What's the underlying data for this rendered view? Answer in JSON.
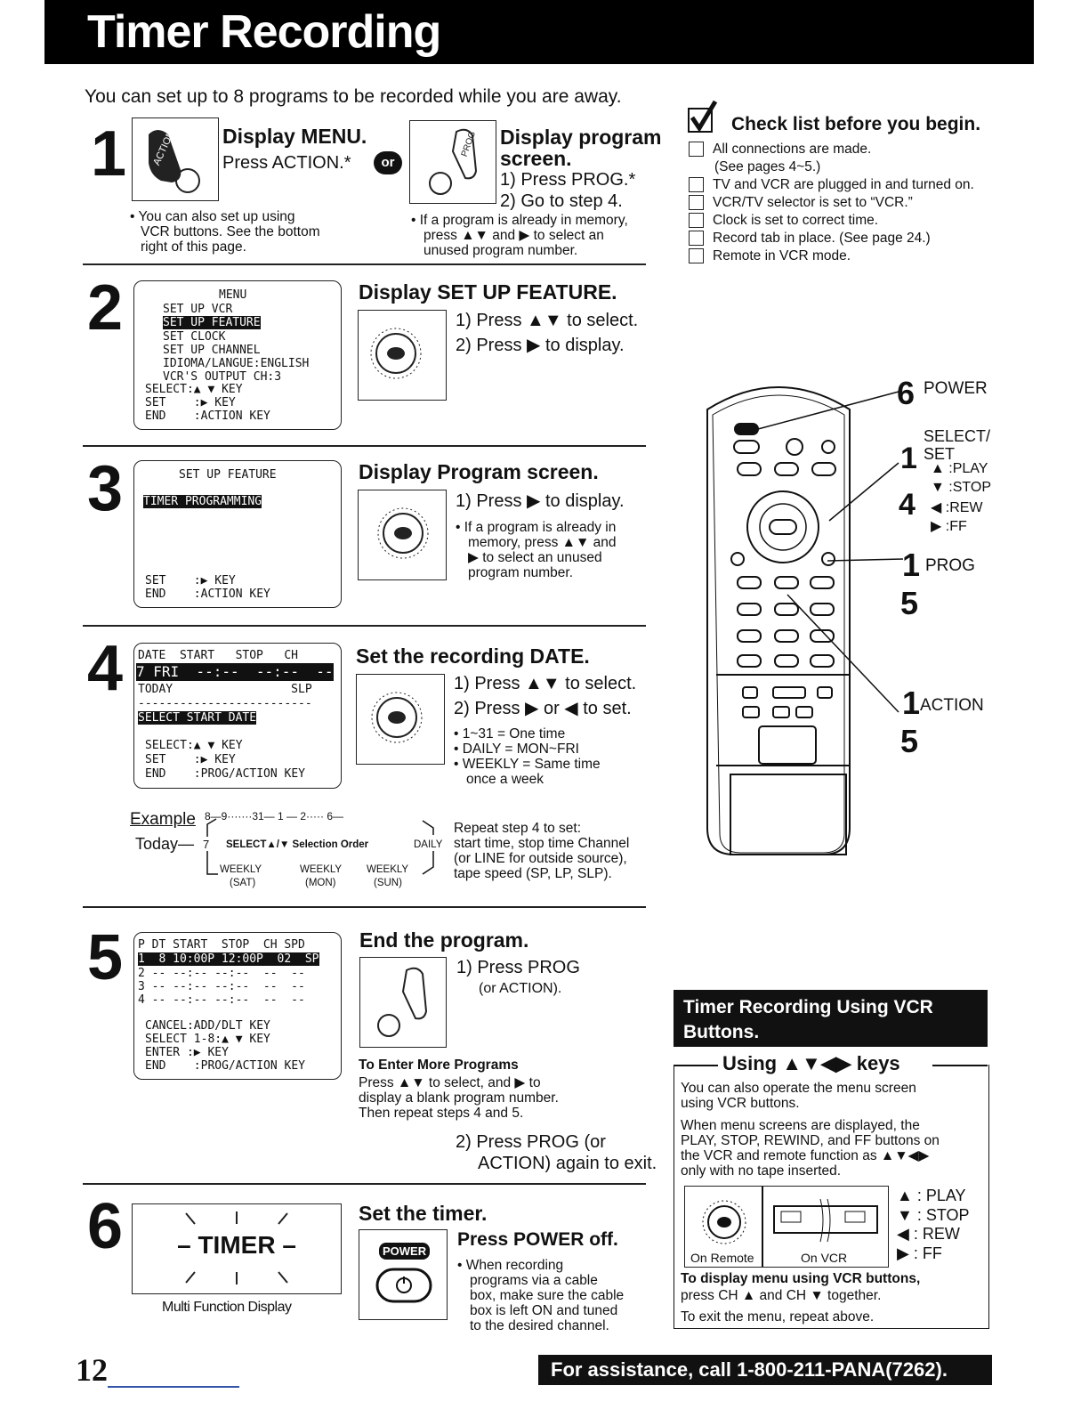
{
  "header": {
    "title": "Timer Recording"
  },
  "intro": "You can set up to 8 programs to be recorded while you are away.",
  "step1": {
    "num": "1",
    "a_title": "Display MENU.",
    "a_text": "Press ACTION.*",
    "or": "or",
    "a_action_label": "ACTION",
    "a_note_lines": [
      "• You can also set up using",
      "VCR buttons. See the bottom",
      "right of this page."
    ],
    "b_title_lines": [
      "Display program",
      "screen."
    ],
    "b_prog_label": "PROG",
    "b_steps": [
      "1) Press PROG.*",
      "2) Go to step 4."
    ],
    "b_note_lines": [
      "• If a program is already in memory,",
      "press ▲▼ and ▶ to select an",
      "unused program number."
    ]
  },
  "checklist": {
    "title": "Check list before you begin.",
    "items": [
      "All connections are made.",
      "(See pages 4~5.)",
      "TV and VCR are plugged in and turned on.",
      "VCR/TV selector is set to “VCR.”",
      "Clock is set to correct time.",
      "Record tab in place. (See page 24.)",
      "Remote in VCR mode."
    ]
  },
  "step2": {
    "num": "2",
    "title": "Display SET UP FEATURE.",
    "steps": [
      "1) Press ▲▼ to select.",
      "2) Press ▶ to display."
    ],
    "screen": {
      "head": "MENU",
      "l1": "SET UP VCR",
      "hl": "SET UP FEATURE",
      "lines": [
        "SET CLOCK",
        "SET UP CHANNEL",
        "IDIOMA/LANGUE:ENGLISH",
        "VCR'S OUTPUT CH:3"
      ],
      "keys": [
        "SELECT:▲ ▼ KEY",
        "SET    :▶ KEY",
        "END    :ACTION KEY"
      ]
    }
  },
  "step3": {
    "num": "3",
    "title": "Display Program screen.",
    "steps": [
      "1) Press ▶ to display."
    ],
    "note_lines": [
      "• If a program is already in",
      "memory, press ▲▼ and",
      "▶ to select an unused",
      "program number."
    ],
    "screen": {
      "head": "SET UP FEATURE",
      "hl": "TIMER PROGRAMMING",
      "keys": [
        "SET    :▶ KEY",
        "END    :ACTION KEY"
      ]
    }
  },
  "step4": {
    "num": "4",
    "title": "Set the recording DATE.",
    "steps": [
      "1) Press ▲▼  to select.",
      "2) Press ▶ or ◀ to set."
    ],
    "notes": [
      "• 1~31 = One time",
      "• DAILY = MON~FRI",
      "• WEEKLY = Same time",
      "once a week"
    ],
    "screen": {
      "head": "DATE  START   STOP   CH",
      "hl": "7 FRI  --:--  --:--  --",
      "l2": "TODAY                 SLP",
      "dash": "-------------------------",
      "hl2": "SELECT START DATE",
      "keys": [
        "SELECT:▲ ▼ KEY",
        "SET    :▶ KEY",
        "END    :PROG/ACTION KEY"
      ]
    },
    "example": {
      "label": "Example",
      "seq": "8—9·······31— 1 — 2····· 6—",
      "today": "Today—",
      "seven": "7",
      "select": "SELECT▲/▼ Selection Order",
      "daily": "DAILY",
      "weekly": [
        "WEEKLY",
        "WEEKLY",
        "WEEKLY"
      ],
      "days": [
        "(SAT)",
        "(MON)",
        "(SUN)"
      ]
    },
    "repeat_lines": [
      "Repeat step 4 to set:",
      "start time, stop time  Channel",
      "(or LINE for outside source),",
      "tape speed (SP, LP, SLP)."
    ]
  },
  "step5": {
    "num": "5",
    "title": "End the program.",
    "step1": "1) Press PROG",
    "step1b": "(or ACTION).",
    "more_title": "To Enter More Programs",
    "more_lines": [
      "Press ▲▼ to select, and ▶ to",
      "display a blank program number.",
      "Then repeat steps 4 and 5."
    ],
    "step2": "2) Press PROG (or",
    "step2b": "ACTION) again to exit.",
    "screen": {
      "head": "P DT START  STOP  CH SPD",
      "hl": "1  8 10:00P 12:00P  02  SP",
      "rows": [
        "2 -- --:-- --:--  --  --",
        "3 -- --:-- --:--  --  --",
        "4 -- --:-- --:--  --  --"
      ],
      "keys": [
        "CANCEL:ADD/DLT KEY",
        "SELECT 1-8:▲ ▼ KEY",
        "ENTER :▶ KEY",
        "END    :PROG/ACTION KEY"
      ]
    }
  },
  "step6": {
    "num": "6",
    "title": "Set the timer.",
    "power_label": "POWER",
    "sub": "Press POWER off.",
    "note_lines": [
      "• When recording",
      "programs via a cable",
      "box, make sure the cable",
      "box is left ON and tuned",
      "to the desired channel."
    ],
    "display": "– TIMER –",
    "caption": "Multi Function Display"
  },
  "remote": {
    "labels": {
      "power": "POWER",
      "select": "SELECT/",
      "set": "SET",
      "play": "▲ :PLAY",
      "stop": "▼ :STOP",
      "rew": "◀ :REW",
      "ff": "▶ :FF",
      "prog": "PROG",
      "action": "ACTION"
    },
    "nums": {
      "n6": "6",
      "n1a": "1",
      "n4": "4",
      "n1b": "1",
      "n5a": "5",
      "n1c": "1",
      "n5b": "5"
    }
  },
  "vcr_section": {
    "title_lines": [
      "Timer Recording Using VCR",
      "Buttons."
    ],
    "keys_title": "Using ▲▼◀▶ keys",
    "p1_lines": [
      "You can also operate the menu screen",
      "using VCR buttons."
    ],
    "p2_lines": [
      "When menu screens are displayed, the",
      "PLAY, STOP, REWIND, and FF buttons on",
      "the VCR and remote function as ▲▼◀▶",
      "only with no tape inserted."
    ],
    "legend": [
      "▲ : PLAY",
      "▼ : STOP",
      "◀ : REW",
      "▶ : FF"
    ],
    "on_remote": "On Remote",
    "on_vcr": "On VCR",
    "display_bold": "To display menu using VCR buttons,",
    "display_text": "press CH ▲ and CH ▼ together.",
    "exit": "To exit the menu, repeat above."
  },
  "footer": {
    "page": "12",
    "assist": "For assistance, call 1-800-211-PANA(7262)."
  }
}
